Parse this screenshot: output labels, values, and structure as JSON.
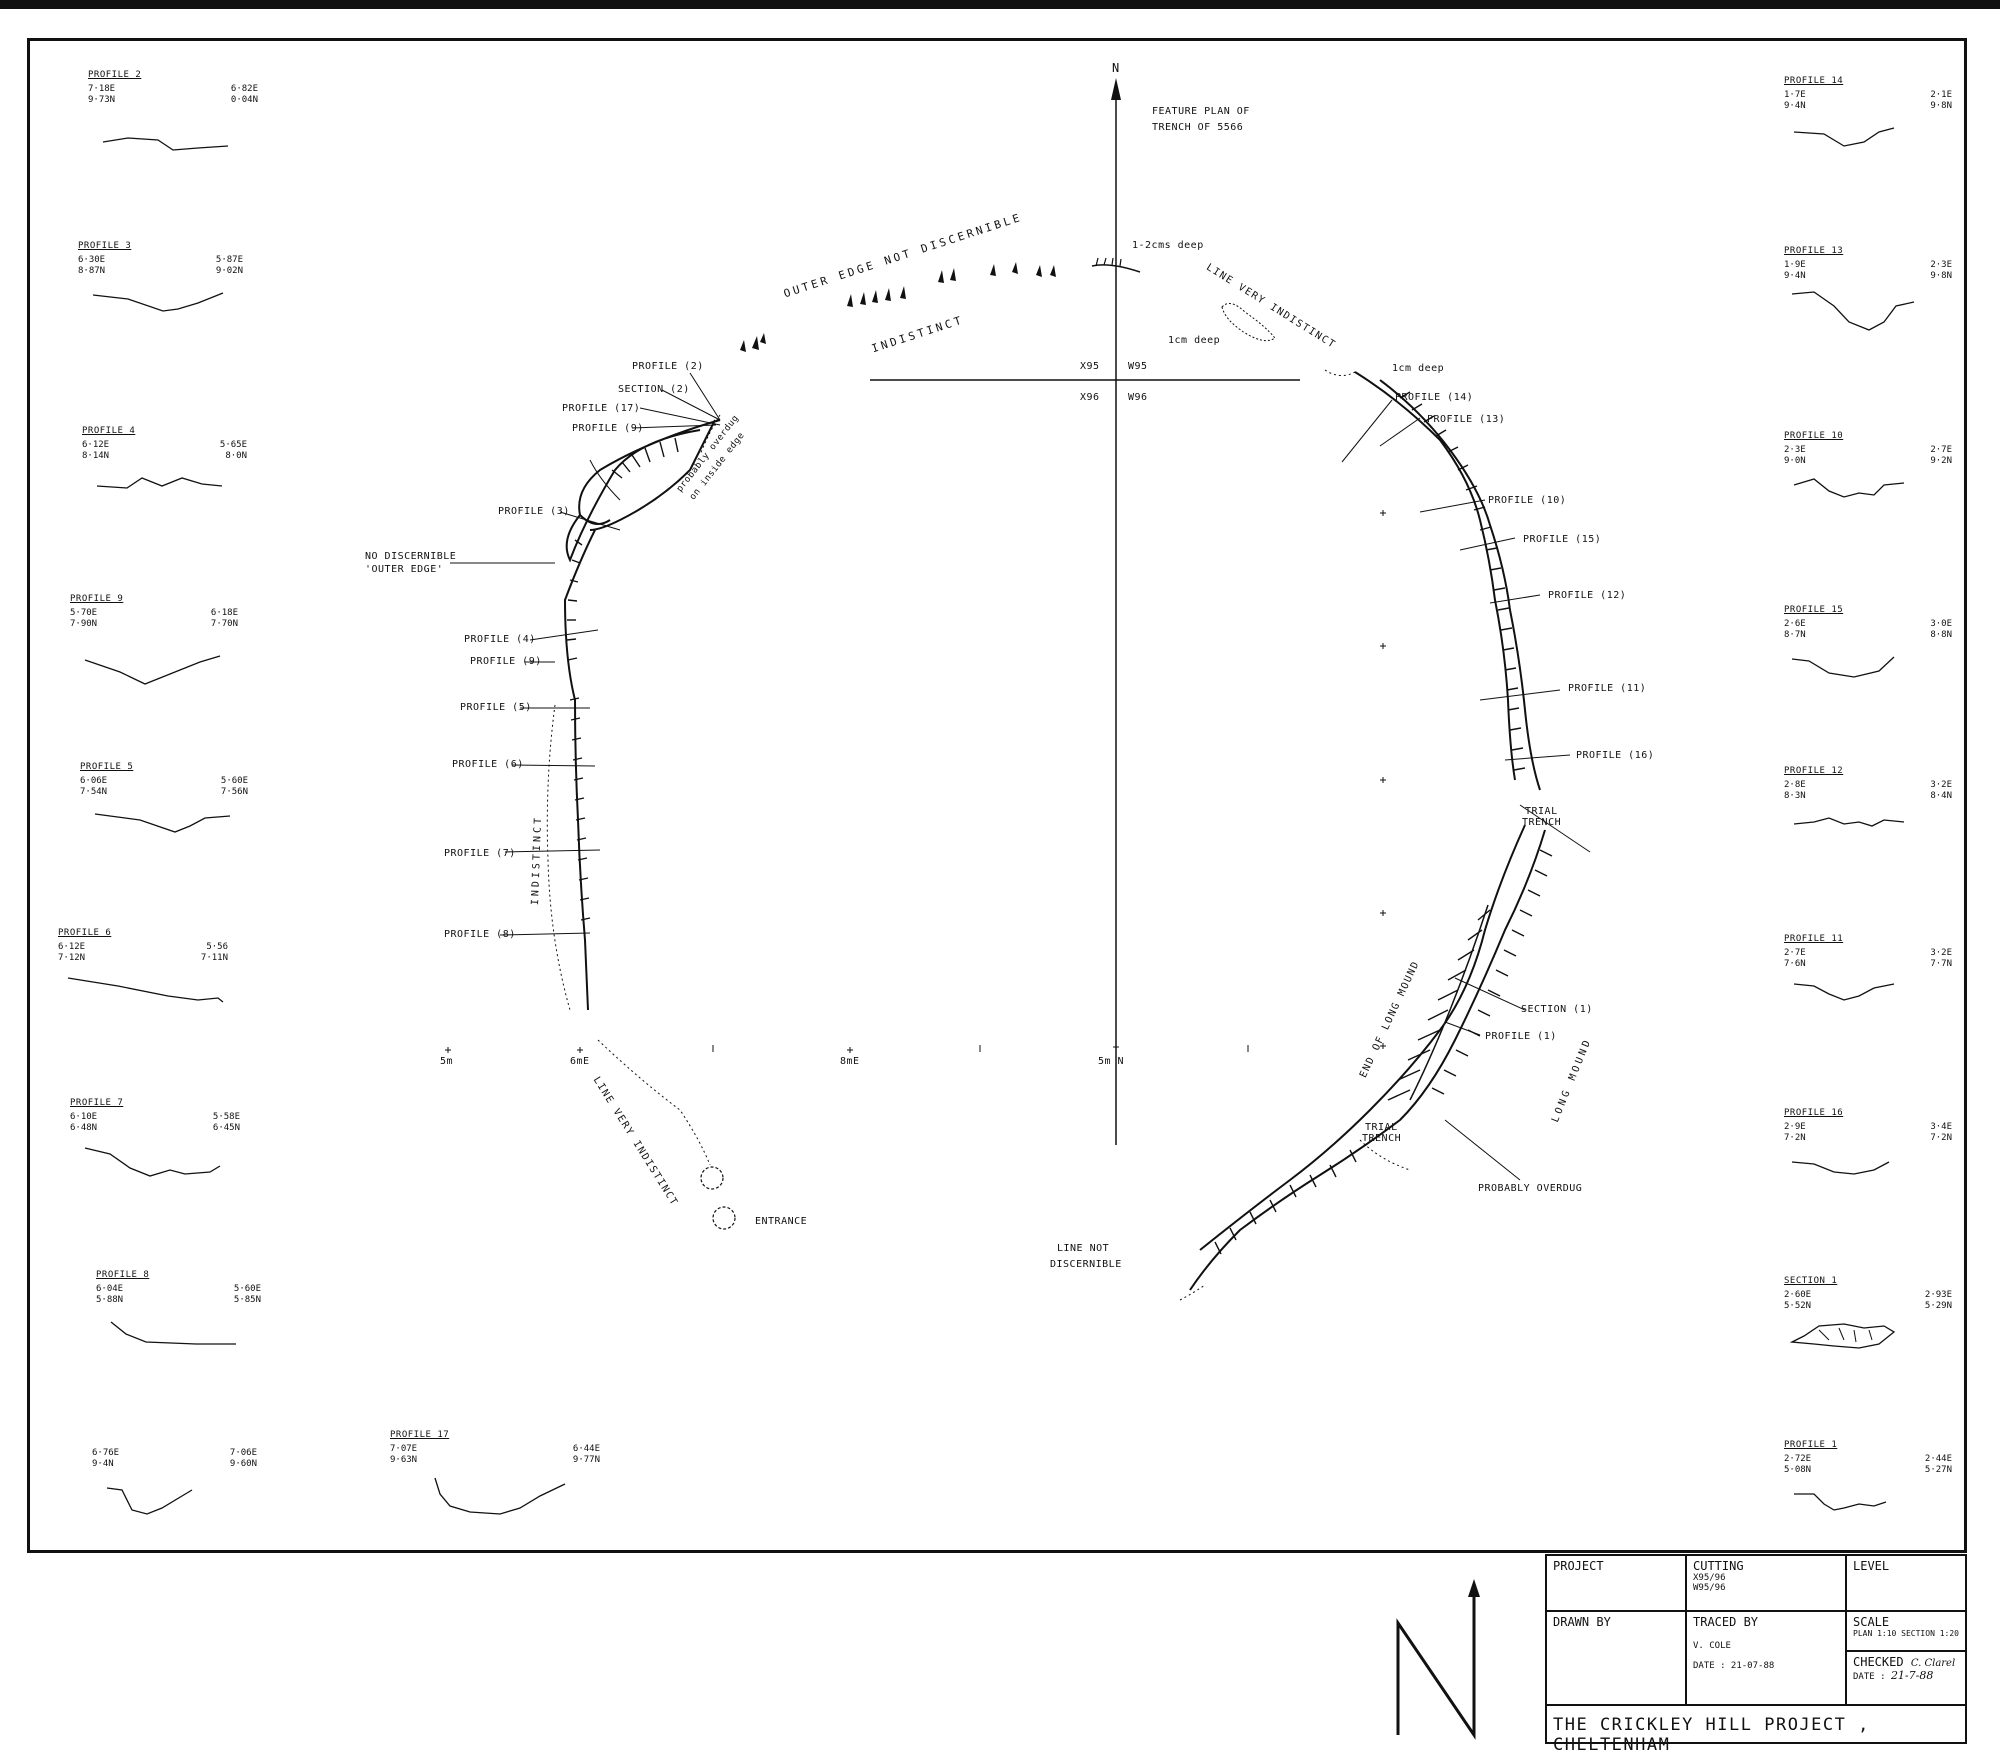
{
  "drawing": {
    "north_label": "N",
    "feature_plan": [
      "FEATURE PLAN OF",
      "TRENCH OF 5566"
    ],
    "grid_labels": {
      "x95": "X95",
      "w95": "W95",
      "x96": "X96",
      "w96": "W96"
    },
    "scale_labels": {
      "m5": "5m",
      "m6": "6mE",
      "m8": "8mE",
      "m5n": "5m N"
    },
    "annotations": {
      "outer_edge": "OUTER EDGE NOT DISCERNIBLE",
      "indistinct_top": "INDISTINCT",
      "line_very_indistinct_top": "LINE VERY INDISTINCT",
      "cms_deep": "1-2cms deep",
      "one_cm_deep_a": "1cm deep",
      "one_cm_deep_b": "1cm deep",
      "no_outer_edge": "NO DISCERNIBLE",
      "no_outer_edge2": "'OUTER EDGE'",
      "overdug_inside": "probably overdug",
      "overdug_inside2": "on inside edge",
      "indistinct_left": "INDISTINCT",
      "line_very_indistinct_bottom": "LINE VERY INDISTINCT",
      "entrance": "ENTRANCE",
      "line_not": "LINE NOT",
      "discernible": "DISCERNIBLE",
      "trial_trench_a": "TRIAL",
      "trial_trench_a2": "TRENCH",
      "trial_trench_b": "TRIAL",
      "trial_trench_b2": "TRENCH",
      "end_long_mound": "END OF LONG MOUND",
      "long_mound": "LONG MOUND",
      "probably_overdug": "PROBABLY OVERDUG"
    },
    "left_callouts": [
      {
        "text": "PROFILE",
        "num": "2"
      },
      {
        "text": "SECTION",
        "num": "2"
      },
      {
        "text": "PROFILE",
        "num": "17"
      },
      {
        "text": "PROFILE",
        "num": "9"
      },
      {
        "text": "PROFILE",
        "num": "3"
      },
      {
        "text": "PROFILE",
        "num": "4"
      },
      {
        "text": "PROFILE",
        "num": "9"
      },
      {
        "text": "PROFILE",
        "num": "5"
      },
      {
        "text": "PROFILE",
        "num": "6"
      },
      {
        "text": "PROFILE",
        "num": "7"
      },
      {
        "text": "PROFILE",
        "num": "8"
      }
    ],
    "right_callouts": [
      {
        "text": "PROFILE",
        "num": "14"
      },
      {
        "text": "PROFILE",
        "num": "13"
      },
      {
        "text": "PROFILE",
        "num": "10"
      },
      {
        "text": "PROFILE",
        "num": "15"
      },
      {
        "text": "PROFILE",
        "num": "12"
      },
      {
        "text": "PROFILE",
        "num": "11"
      },
      {
        "text": "PROFILE",
        "num": "16"
      },
      {
        "text": "SECTION",
        "num": "1"
      },
      {
        "text": "PROFILE",
        "num": "1"
      }
    ]
  },
  "profiles_left": [
    {
      "title": "PROFILE 2",
      "left": [
        "7·18E",
        "9·73N"
      ],
      "right": [
        "6·82E",
        "0·04N"
      ]
    },
    {
      "title": "PROFILE 3",
      "left": [
        "6·30E",
        "8·87N"
      ],
      "right": [
        "5·87E",
        "9·02N"
      ]
    },
    {
      "title": "PROFILE 4",
      "left": [
        "6·12E",
        "8·14N"
      ],
      "right": [
        "5·65E",
        "8·0N"
      ]
    },
    {
      "title": "PROFILE 9",
      "left": [
        "5·70E",
        "7·90N"
      ],
      "right": [
        "6·18E",
        "7·70N"
      ]
    },
    {
      "title": "PROFILE 5",
      "left": [
        "6·06E",
        "7·54N"
      ],
      "right": [
        "5·60E",
        "7·56N"
      ]
    },
    {
      "title": "PROFILE 6",
      "left": [
        "6·12E",
        "7·12N"
      ],
      "right": [
        "5·56",
        "7·11N"
      ]
    },
    {
      "title": "PROFILE 7",
      "left": [
        "6·10E",
        "6·48N"
      ],
      "right": [
        "5·58E",
        "6·45N"
      ]
    },
    {
      "title": "PROFILE 8",
      "left": [
        "6·04E",
        "5·88N"
      ],
      "right": [
        "5·60E",
        "5·85N"
      ]
    },
    {
      "title": "",
      "left": [
        "6·76E",
        "9·4N"
      ],
      "right": [
        "7·06E",
        "9·60N"
      ]
    }
  ],
  "profile_17": {
    "title": "PROFILE 17",
    "left": [
      "7·07E",
      "9·63N"
    ],
    "right": [
      "6·44E",
      "9·77N"
    ]
  },
  "profiles_right": [
    {
      "title": "PROFILE 14",
      "left": [
        "1·7E",
        "9·4N"
      ],
      "right": [
        "2·1E",
        "9·8N"
      ]
    },
    {
      "title": "PROFILE 13",
      "left": [
        "1·9E",
        "9·4N"
      ],
      "right": [
        "2·3E",
        "9·8N"
      ]
    },
    {
      "title": "PROFILE 10",
      "left": [
        "2·3E",
        "9·0N"
      ],
      "right": [
        "2·7E",
        "9·2N"
      ]
    },
    {
      "title": "PROFILE 15",
      "left": [
        "2·6E",
        "8·7N"
      ],
      "right": [
        "3·0E",
        "8·8N"
      ]
    },
    {
      "title": "PROFILE 12",
      "left": [
        "2·8E",
        "8·3N"
      ],
      "right": [
        "3·2E",
        "8·4N"
      ]
    },
    {
      "title": "PROFILE 11",
      "left": [
        "2·7E",
        "7·6N"
      ],
      "right": [
        "3·2E",
        "7·7N"
      ]
    },
    {
      "title": "PROFILE 16",
      "left": [
        "2·9E",
        "7·2N"
      ],
      "right": [
        "3·4E",
        "7·2N"
      ]
    },
    {
      "title": "SECTION 1",
      "left": [
        "2·60E",
        "5·52N"
      ],
      "right": [
        "2·93E",
        "5·29N"
      ]
    },
    {
      "title": "PROFILE 1",
      "left": [
        "2·72E",
        "5·08N"
      ],
      "right": [
        "2·44E",
        "5·27N"
      ]
    }
  ],
  "title_block": {
    "project_label": "PROJECT",
    "cutting_label": "CUTTING",
    "cutting_values": [
      "X95/96",
      "W95/96"
    ],
    "level_label": "LEVEL",
    "drawn_label": "DRAWN BY",
    "traced_label": "TRACED BY",
    "traced_value": "V. COLE",
    "traced_date": "DATE : 21-07-88",
    "scale_label": "SCALE",
    "scale_value": "PLAN 1:10  SECTION 1:20",
    "checked_label": "CHECKED",
    "checked_sig": "C. Clarel",
    "checked_date_label": "DATE :",
    "checked_date": "21-7-88",
    "footer": "THE CRICKLEY HILL PROJECT  ,  CHELTENHAM"
  },
  "big_north": "N"
}
